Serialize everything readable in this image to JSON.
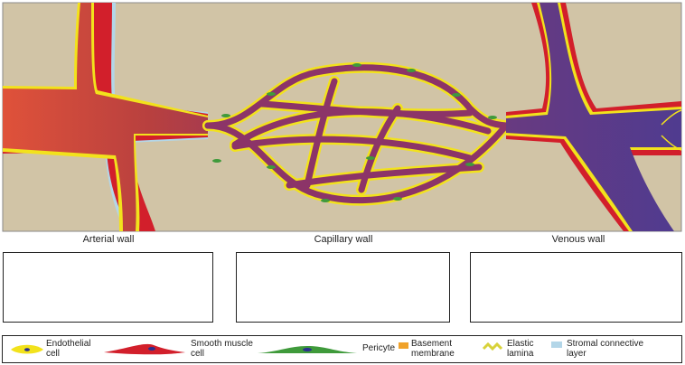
{
  "panels": {
    "arterial": "Arterial wall",
    "capillary": "Capillary wall",
    "venous": "Venous wall"
  },
  "legend": {
    "endothelial": "Endothelial\ncell",
    "smooth_muscle": "Smooth muscle\ncell",
    "pericyte": "Pericyte",
    "basement": "Basement\nmembrane",
    "elastic": "Elastic\nlamina",
    "stromal": "Stromal connective\nlayer"
  },
  "colors": {
    "background_tissue": "#d1c4a6",
    "arterial": "#e0523a",
    "capillary": "#8c3468",
    "venous": "#4f3b90",
    "endothelial": "#f2e21c",
    "smooth_muscle": "#d21f2b",
    "pericyte": "#3f9a3b",
    "basement": "#f0a22a",
    "elastic": "#d8d23a",
    "stromal": "#b3d6e8",
    "nucleus": "#2a2f8f"
  }
}
